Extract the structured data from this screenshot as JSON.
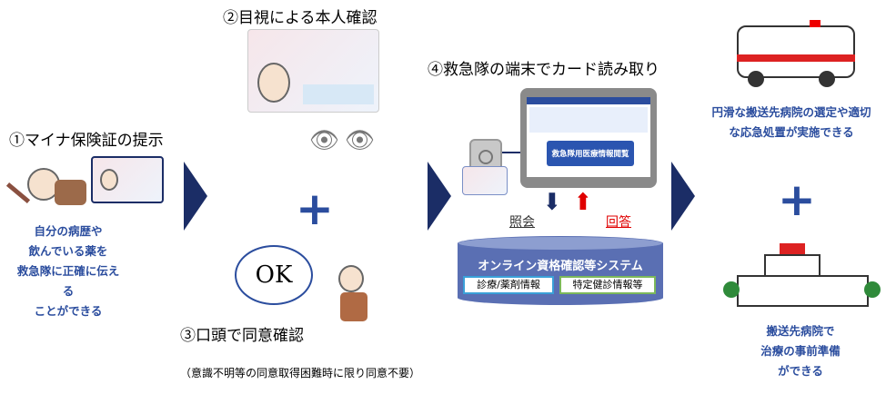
{
  "step1": {
    "title": "①マイナ保険証の提示",
    "desc": [
      "自分の病歴や",
      "飲んでいる薬を",
      "救急隊に正確に伝える",
      "ことができる"
    ]
  },
  "step2": {
    "title": "②目視による本人確認"
  },
  "step3": {
    "title": "③口頭で同意確認",
    "bubble": "OK",
    "note": "（意識不明等の同意取得困難時に限り同意不要）"
  },
  "step4": {
    "title": "④救急隊の端末でカード読み取り",
    "screen_button": "救急隊用医療情報閲覧",
    "query": "照会",
    "answer": "回答",
    "system": {
      "title": "オンライン資格確認等システム",
      "boxes": [
        "診療/薬剤情報",
        "特定健診情報等"
      ]
    }
  },
  "result1": [
    "円滑な搬送先病院の選定や適切",
    "な応急処置が実施できる"
  ],
  "result2": [
    "搬送先病院で",
    "治療の事前準備",
    "ができる"
  ],
  "colors": {
    "navy": "#1b2d66",
    "blue": "#2b4d9e",
    "red": "#e00000",
    "system": "#5a6fb3"
  }
}
